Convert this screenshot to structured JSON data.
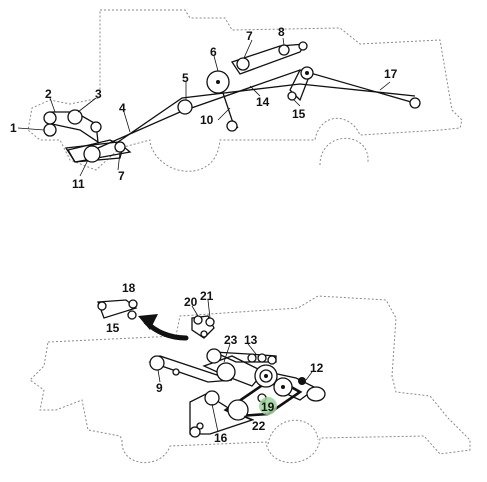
{
  "callouts": {
    "top": {
      "n1": "1",
      "n2": "2",
      "n3": "3",
      "n4": "4",
      "n5": "5",
      "n6": "6",
      "n7a": "7",
      "n7b": "7",
      "n8": "8",
      "n10": "10",
      "n11": "11",
      "n14": "14",
      "n15": "15",
      "n17": "17"
    },
    "bottom": {
      "n9": "9",
      "n12": "12",
      "n13": "13",
      "n15": "15",
      "n16": "16",
      "n18": "18",
      "n19": "19",
      "n20": "20",
      "n21": "21",
      "n22": "22",
      "n23": "23"
    }
  },
  "colors": {
    "highlight": "#9fd39a",
    "line": "#111111",
    "outline": "#8a8a8a"
  }
}
